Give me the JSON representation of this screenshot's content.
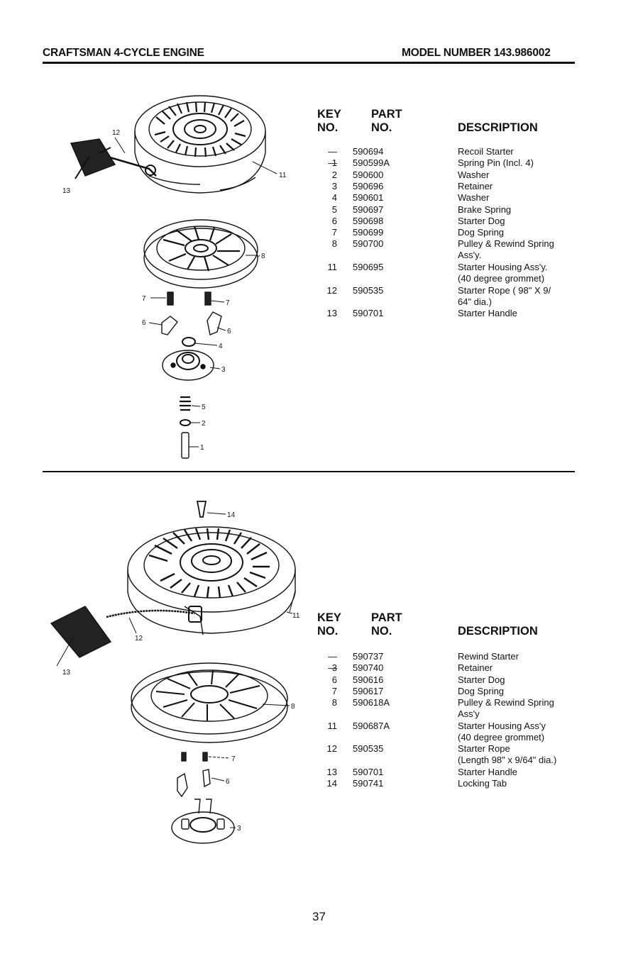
{
  "header": {
    "left": "CRAFTSMAN 4-CYCLE ENGINE",
    "right": "MODEL NUMBER 143.986002"
  },
  "columns": {
    "key_line1": "KEY",
    "key_line2": "NO.",
    "part_line1": "PART",
    "part_line2": "NO.",
    "description": "DESCRIPTION"
  },
  "section1": {
    "callouts": [
      "12",
      "13",
      "11",
      "8",
      "7",
      "7",
      "6",
      "6",
      "4",
      "3",
      "5",
      "2",
      "1"
    ],
    "parts": [
      {
        "key": "— —",
        "part": "590694",
        "desc": [
          "Recoil Starter"
        ]
      },
      {
        "key": "1",
        "part": "590599A",
        "desc": [
          "Spring Pin (Incl. 4)"
        ]
      },
      {
        "key": "2",
        "part": "590600",
        "desc": [
          "Washer"
        ]
      },
      {
        "key": "3",
        "part": "590696",
        "desc": [
          "Retainer"
        ]
      },
      {
        "key": "4",
        "part": "590601",
        "desc": [
          "Washer"
        ]
      },
      {
        "key": "5",
        "part": "590697",
        "desc": [
          "Brake Spring"
        ]
      },
      {
        "key": "6",
        "part": "590698",
        "desc": [
          "Starter Dog"
        ]
      },
      {
        "key": "7",
        "part": "590699",
        "desc": [
          "Dog Spring"
        ]
      },
      {
        "key": "8",
        "part": "590700",
        "desc": [
          "Pulley & Rewind Spring",
          "Ass'y."
        ]
      },
      {
        "key": "11",
        "part": "590695",
        "desc": [
          "Starter Housing Ass'y.",
          "(40 degree grommet)"
        ]
      },
      {
        "key": "12",
        "part": "590535",
        "desc": [
          "Starter Rope ( 98\" X 9/",
          "64\" dia.)"
        ]
      },
      {
        "key": "13",
        "part": "590701",
        "desc": [
          "Starter Handle"
        ]
      }
    ]
  },
  "section2": {
    "callouts": [
      "14",
      "11",
      "12",
      "13",
      "8",
      "7",
      "6",
      "3"
    ],
    "parts": [
      {
        "key": "— —",
        "part": "590737",
        "desc": [
          "Rewind Starter"
        ]
      },
      {
        "key": "3",
        "part": "590740",
        "desc": [
          "Retainer"
        ]
      },
      {
        "key": "6",
        "part": "590616",
        "desc": [
          "Starter Dog"
        ]
      },
      {
        "key": "7",
        "part": "590617",
        "desc": [
          "Dog Spring"
        ]
      },
      {
        "key": "8",
        "part": "590618A",
        "desc": [
          "Pulley & Rewind Spring",
          "Ass'y"
        ]
      },
      {
        "key": "11",
        "part": "590687A",
        "desc": [
          "Starter Housing Ass'y",
          "(40 degree grommet)"
        ]
      },
      {
        "key": "12",
        "part": "590535",
        "desc": [
          "Starter Rope",
          "(Length 98\" x 9/64\" dia.)"
        ]
      },
      {
        "key": "13",
        "part": "590701",
        "desc": [
          "Starter Handle"
        ]
      },
      {
        "key": "14",
        "part": "590741",
        "desc": [
          "Locking Tab"
        ]
      }
    ]
  },
  "page_number": "37"
}
